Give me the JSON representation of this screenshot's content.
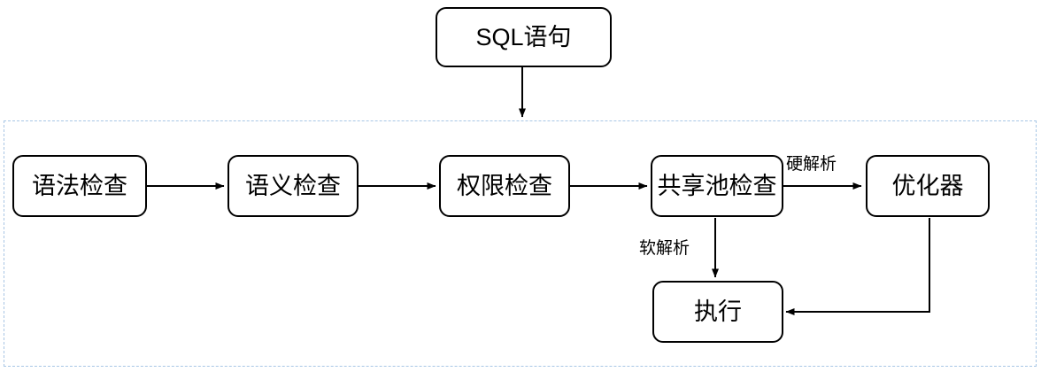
{
  "diagram": {
    "title": "SQL statement parsing and execution flow",
    "type": "flowchart",
    "colors": {
      "node_border": "#000000",
      "node_fill": "#ffffff",
      "edge": "#000000",
      "group_border": "#a8c6e5",
      "text": "#000000"
    },
    "group": {
      "name": "parse-stage-group",
      "style": "dashed",
      "label": ""
    },
    "nodes": [
      {
        "id": "sql",
        "label": "SQL语句",
        "shape": "rounded-rectangle"
      },
      {
        "id": "syntax-check",
        "label": "语法检查",
        "shape": "rounded-rectangle"
      },
      {
        "id": "semantic-check",
        "label": "语义检查",
        "shape": "rounded-rectangle"
      },
      {
        "id": "permission-check",
        "label": "权限检查",
        "shape": "rounded-rectangle"
      },
      {
        "id": "shared-pool-check",
        "label": "共享池检查",
        "shape": "rounded-rectangle"
      },
      {
        "id": "optimizer",
        "label": "优化器",
        "shape": "rounded-rectangle"
      },
      {
        "id": "execute",
        "label": "执行",
        "shape": "rounded-rectangle"
      }
    ],
    "edges": [
      {
        "from": "sql",
        "to": "syntax-check-group",
        "label": ""
      },
      {
        "from": "syntax-check",
        "to": "semantic-check",
        "label": ""
      },
      {
        "from": "semantic-check",
        "to": "permission-check",
        "label": ""
      },
      {
        "from": "permission-check",
        "to": "shared-pool-check",
        "label": ""
      },
      {
        "from": "shared-pool-check",
        "to": "optimizer",
        "label": "硬解析"
      },
      {
        "from": "shared-pool-check",
        "to": "execute",
        "label": "软解析"
      },
      {
        "from": "optimizer",
        "to": "execute",
        "label": ""
      }
    ],
    "edge_labels": {
      "hard_parse": "硬解析",
      "soft_parse": "软解析"
    }
  }
}
